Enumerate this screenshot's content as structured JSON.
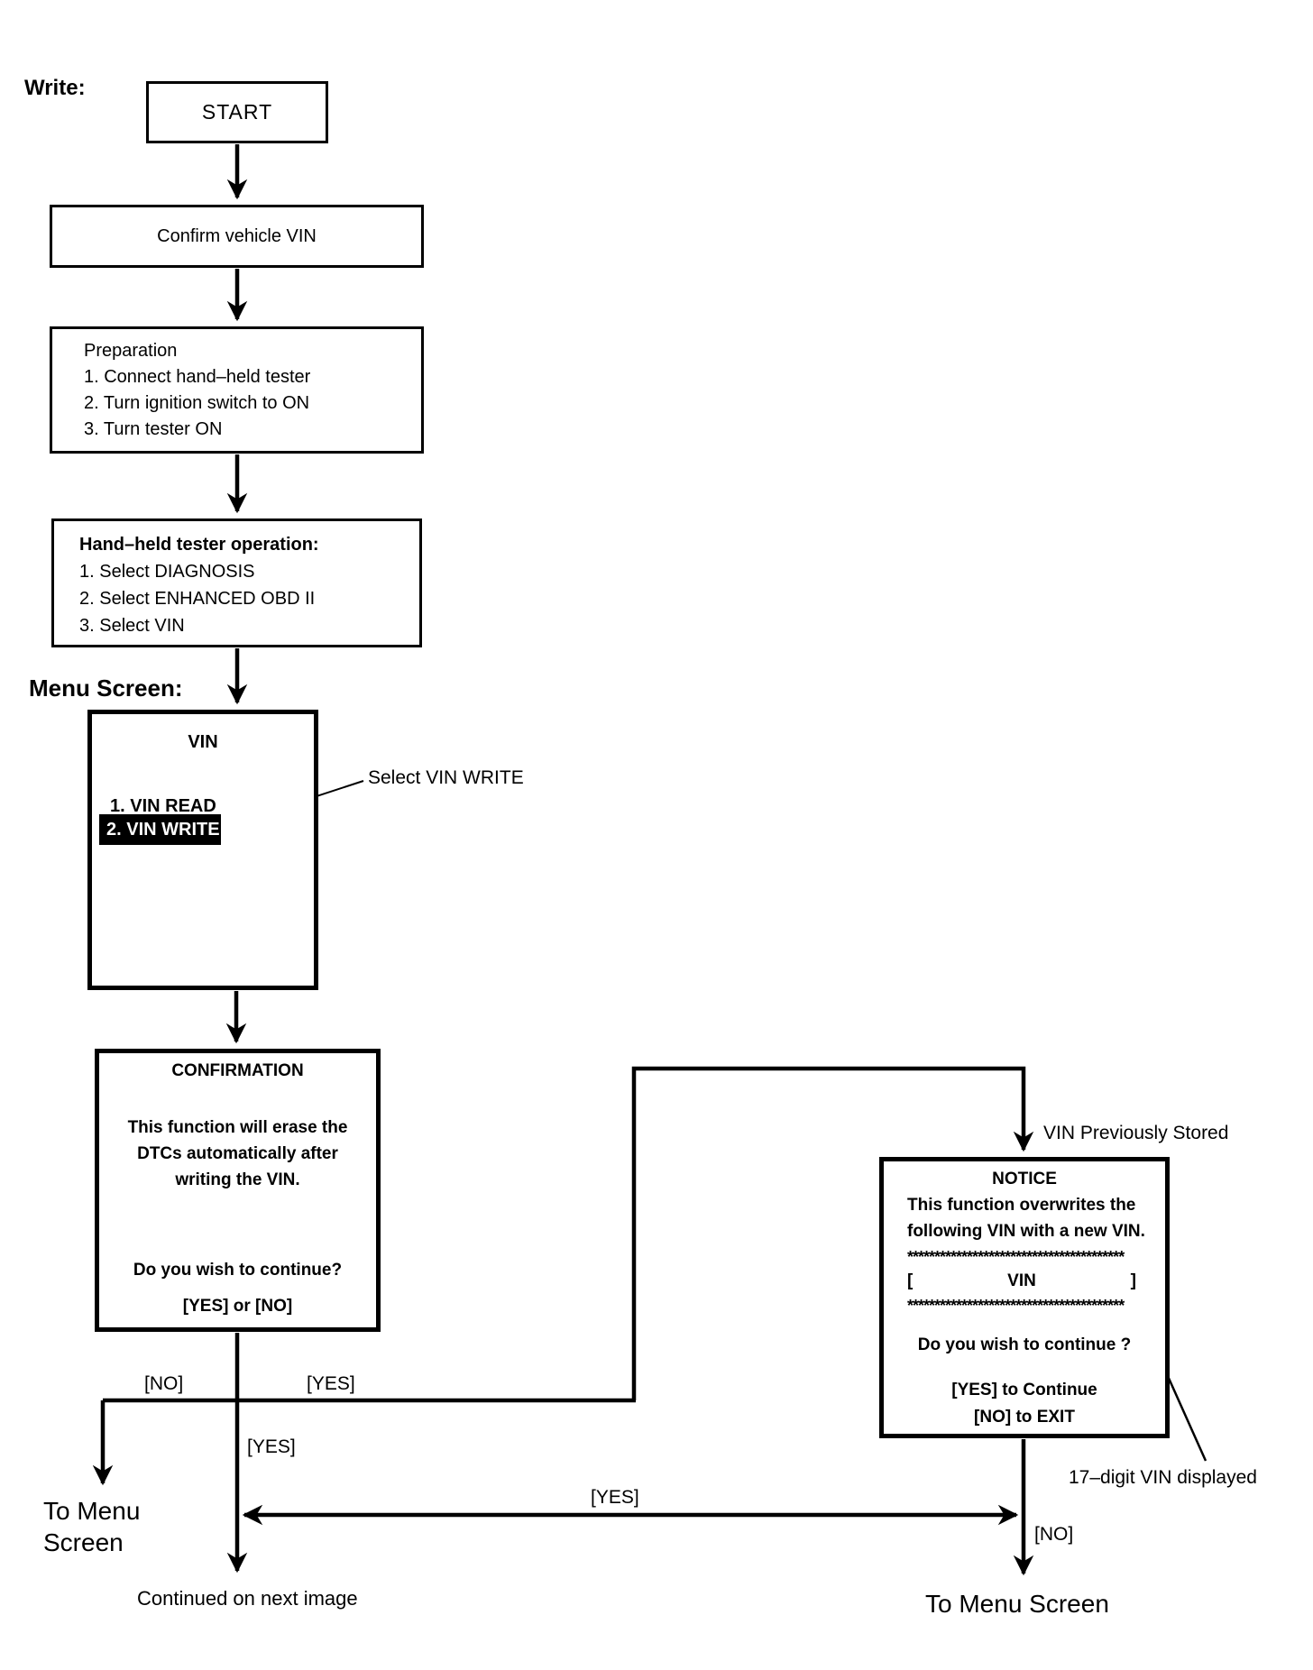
{
  "labels": {
    "write": "Write:",
    "menu_screen": "Menu Screen:"
  },
  "flow": {
    "start": "START",
    "confirm_vin": "Confirm vehicle VIN",
    "preparation": {
      "title": "Preparation",
      "step1": "1. Connect hand–held tester",
      "step2": "2. Turn ignition switch to ON",
      "step3": "3. Turn tester ON"
    },
    "tester_op": {
      "title": "Hand–held tester operation:",
      "step1": "1. Select DIAGNOSIS",
      "step2": "2. Select ENHANCED OBD II",
      "step3": "3. Select VIN"
    },
    "vin_menu": {
      "title": "VIN",
      "item1": "1. VIN READ",
      "item2": "2. VIN WRITE"
    },
    "confirmation": {
      "title": "CONFIRMATION",
      "line1": "This function will erase the",
      "line2": "DTCs automatically after",
      "line3": "writing the VIN.",
      "question": "Do you wish to continue?",
      "options": "[YES] or [NO]"
    },
    "notice": {
      "title": "NOTICE",
      "line1": "This function overwrites the",
      "line2": "following VIN with a new VIN.",
      "stars": "****************************************",
      "bracket_open": "[",
      "vin": "VIN",
      "bracket_close": "]",
      "question": "Do you wish to continue ?",
      "yes": "[YES] to Continue",
      "no": "[NO] to EXIT"
    }
  },
  "annotations": {
    "select_vin_write": "Select VIN WRITE",
    "vin_previously_stored": "VIN Previously Stored",
    "seventeen_digit": "17–digit VIN displayed"
  },
  "edges": {
    "no_left": "[NO]",
    "yes_right": "[YES]",
    "yes_down": "[YES]",
    "yes_cross": "[YES]",
    "no_right": "[NO]"
  },
  "terminals": {
    "to_menu_line1": "To Menu",
    "to_menu_line2": "Screen",
    "continued": "Continued on next image",
    "to_menu_right": "To Menu Screen"
  }
}
